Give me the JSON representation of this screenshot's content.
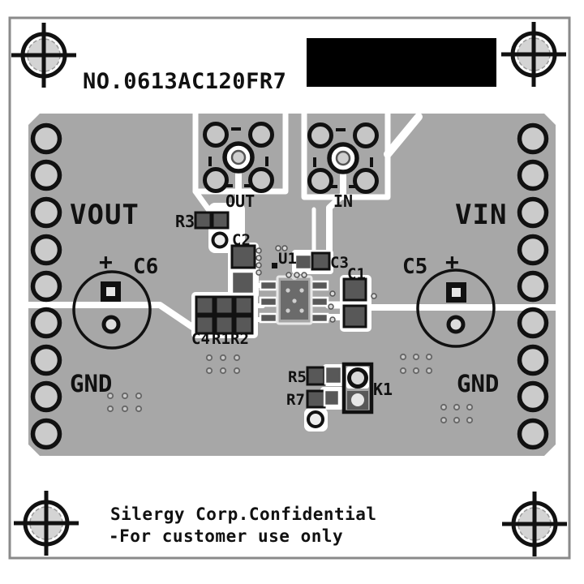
{
  "pcb": {
    "part_number": "NO.0613AC120FR7",
    "footer": {
      "line1": "Silergy Corp.Confidential",
      "line2": "-For customer use only"
    },
    "ports": {
      "vout": "VOUT",
      "vin": "VIN",
      "gnd_left": "GND",
      "gnd_right": "GND",
      "out": "OUT",
      "in": "IN"
    },
    "components": {
      "r3": "R3",
      "c2": "C2",
      "u1": "U1",
      "c3": "C3",
      "c1": "C1",
      "c4": "C4",
      "r1": "R1",
      "r2": "R2",
      "c6": "C6",
      "c6_polarity": "+",
      "c5": "C5",
      "c5_polarity": "+",
      "r5": "R5",
      "r7": "R7",
      "k1": "K1"
    },
    "colors": {
      "copper": "#a7a7a7",
      "pad": "#585858",
      "silkscreen": "#111111",
      "hole_fill": "#cbcbcb",
      "board_outline": "#8a8a8a",
      "clearance": "#ffffff",
      "masked_label": "#000000"
    }
  }
}
